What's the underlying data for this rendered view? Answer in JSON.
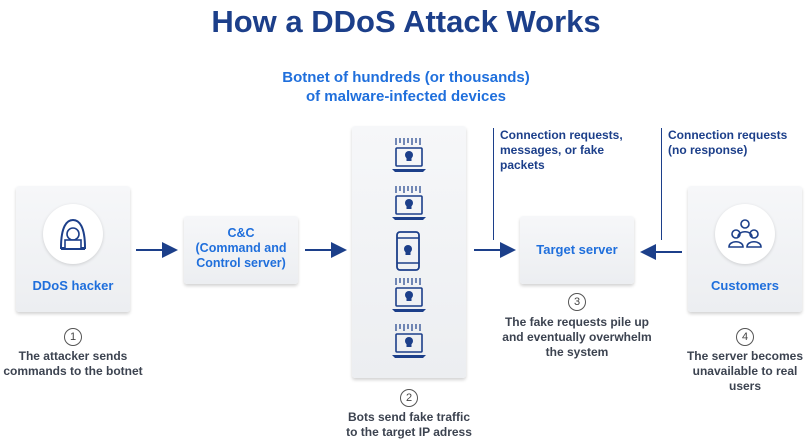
{
  "title": "How a DDoS Attack Works",
  "botnet": {
    "line1": "Botnet of hundreds (or thousands)",
    "line2": "of malware-infected devices"
  },
  "hacker": {
    "label": "DDoS hacker",
    "step": "1",
    "desc_line1": "The attacker sends",
    "desc_line2": "commands to the botnet"
  },
  "cnc": {
    "line1": "C&C",
    "line2": "(Command and",
    "line3": "Control server)"
  },
  "bots": {
    "step": "2",
    "desc_line1": "Bots send fake traffic",
    "desc_line2": "to the target IP adress"
  },
  "target": {
    "label": "Target server",
    "step": "3",
    "desc_line1": "The fake requests pile up",
    "desc_line2": "and eventually overwhelm",
    "desc_line3": "the system"
  },
  "customers": {
    "label": "Customers",
    "step": "4",
    "desc_line1": "The server becomes",
    "desc_line2": "unavailable to real",
    "desc_line3": "users"
  },
  "note_left": {
    "line1": "Connection requests,",
    "line2": "messages, or fake",
    "line3": "packets"
  },
  "note_right": {
    "line1": "Connection requests",
    "line2": "(no response)"
  },
  "colors": {
    "dark_blue": "#1c3f8a",
    "accent_blue": "#1f6fdc",
    "text_gray": "#3c4350"
  }
}
